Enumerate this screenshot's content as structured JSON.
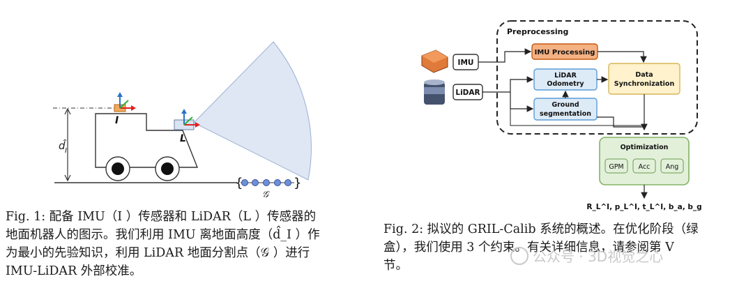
{
  "fig1": {
    "caption_lines": [
      "Fig. 1: 配备 IMU（I ）传感器和 LiDAR（L ）传感器的",
      "地面机器人的图示。我们利用 IMU 离地面高度（d̂_I ）作",
      "为最小的先验知识，利用 LiDAR 地面分割点（𝒢 ）进行",
      "IMU-LiDAR 外部校准。"
    ],
    "label_I": "I",
    "label_L": "L",
    "label_d": "d̂",
    "label_d_sub": "I",
    "label_G": "𝒢"
  },
  "fig2": {
    "preprocessing_label": "Preprocessing",
    "imu_label": "IMU",
    "lidar_label": "LiDAR",
    "imu_processing": "IMU Processing",
    "lidar_odometry_1": "LiDAR",
    "lidar_odometry_2": "Odometry",
    "ground_seg_1": "Ground",
    "ground_seg_2": "segmentation",
    "data_sync_1": "Data",
    "data_sync_2": "Synchronization",
    "optimization": "Optimization",
    "constraints": [
      "GPM",
      "Acc",
      "Ang"
    ],
    "output": "R_L^I, p_L^I, t_L^I, b_a, b_g",
    "caption_lines": [
      "Fig. 2: 拟议的 GRIL-Calib 系统的概述。在优化阶段（绿",
      "盒），我们使用 3 个约束。有关详细信息，请参阅第 V",
      "节。"
    ]
  },
  "watermark": "公众号 · 3D视觉之心",
  "colors": {
    "imu_proc_fill": "#f4b183",
    "imu_proc_stroke": "#c55a11",
    "blue_fill": "#ddebf7",
    "blue_stroke": "#5b9bd5",
    "yellow_fill": "#fff2cc",
    "yellow_stroke": "#d6b656",
    "green_fill": "#e2f0d9",
    "green_stroke": "#82b366",
    "fov_fill": "#dfe7f4",
    "ground_point": "#6f8fd8"
  }
}
